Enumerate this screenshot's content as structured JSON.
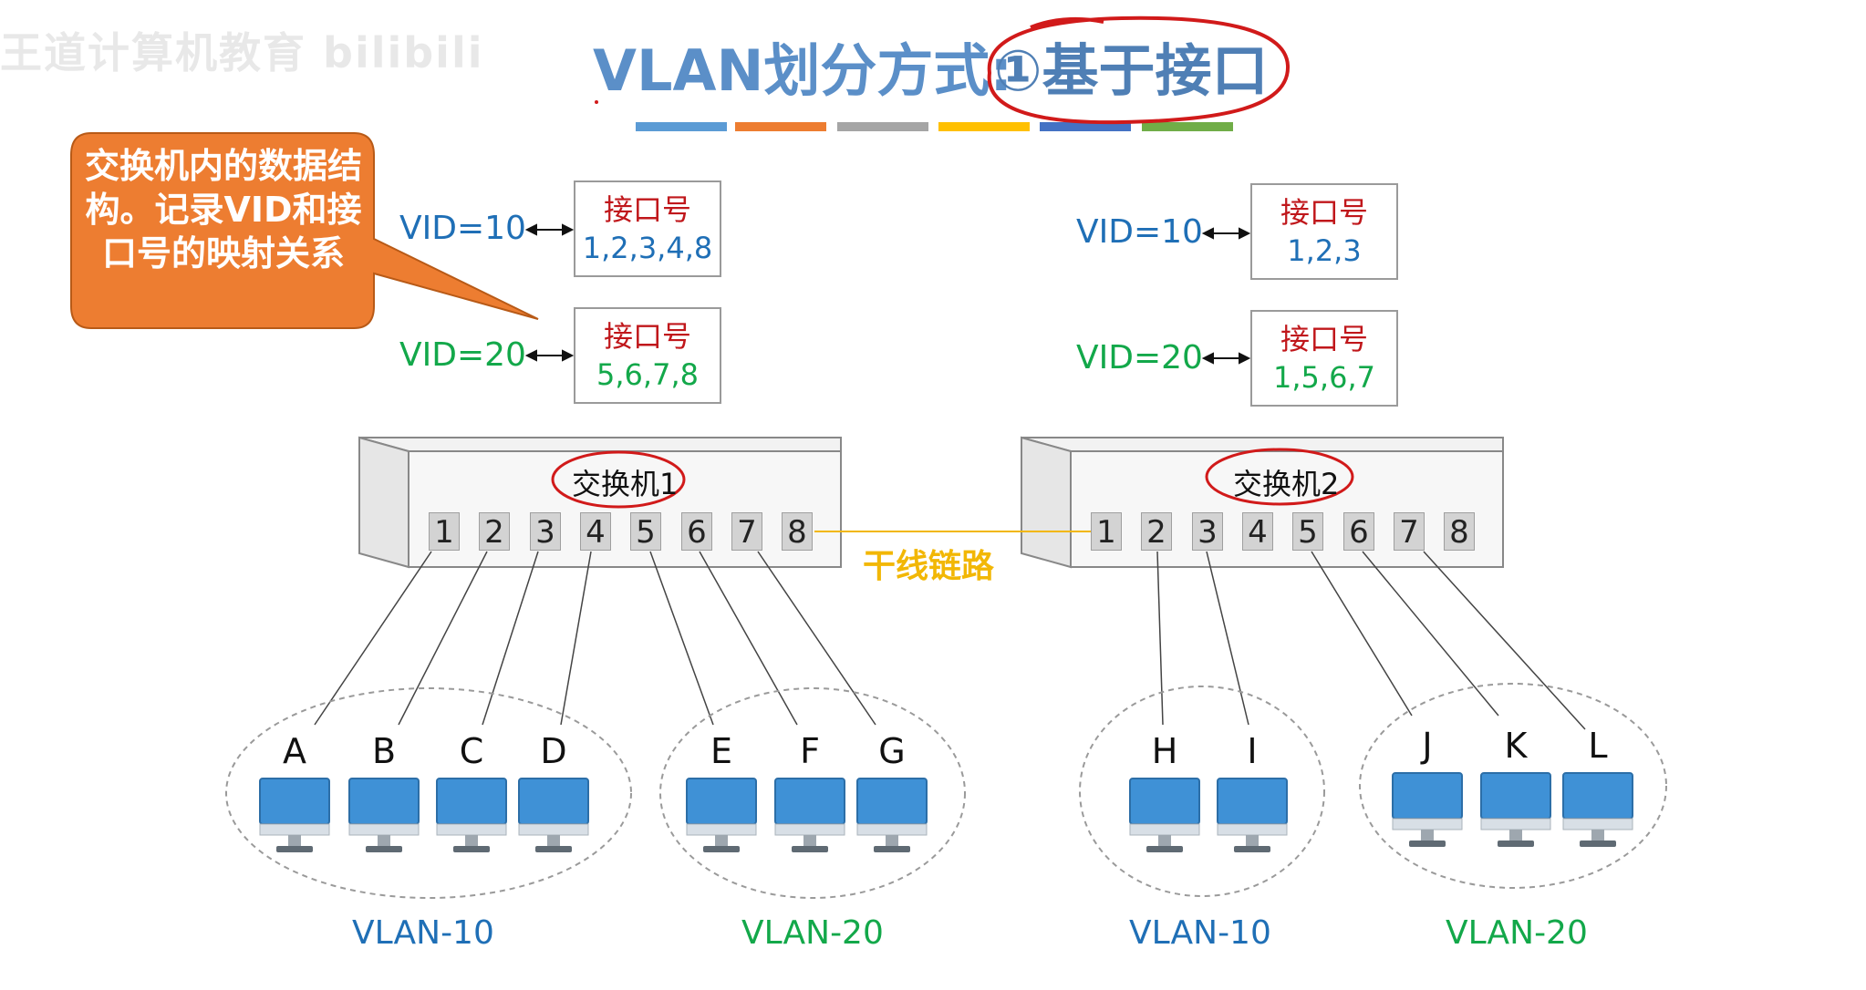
{
  "watermark": "王道计算机教育 bilibili",
  "title": {
    "main": "VLAN划分方式:",
    "sub": "①基于接口"
  },
  "color_bar": [
    "#5b9bd5",
    "#ed7d31",
    "#a5a5a5",
    "#ffc000",
    "#4472c4",
    "#70ad47"
  ],
  "callout": {
    "text": "交换机内的数据结构。记录VID和接口号的映射关系",
    "color": "#ed7d31"
  },
  "switch1": {
    "name": "交换机1",
    "ports": [
      "1",
      "2",
      "3",
      "4",
      "5",
      "6",
      "7",
      "8"
    ],
    "tables": [
      {
        "vid": "VID=10",
        "header": "接口号",
        "ports": "1,2,3,4,8",
        "color": "blue"
      },
      {
        "vid": "VID=20",
        "header": "接口号",
        "ports": "5,6,7,8",
        "color": "green"
      }
    ]
  },
  "switch2": {
    "name": "交换机2",
    "ports": [
      "1",
      "2",
      "3",
      "4",
      "5",
      "6",
      "7",
      "8"
    ],
    "tables": [
      {
        "vid": "VID=10",
        "header": "接口号",
        "ports": "1,2,3",
        "color": "blue"
      },
      {
        "vid": "VID=20",
        "header": "接口号",
        "ports": "1,5,6,7",
        "color": "green"
      }
    ]
  },
  "trunk_label": "干线链路",
  "hosts": {
    "group1": [
      "A",
      "B",
      "C",
      "D"
    ],
    "group2": [
      "E",
      "F",
      "G"
    ],
    "group3": [
      "H",
      "I"
    ],
    "group4": [
      "J",
      "K",
      "L"
    ]
  },
  "vlan_labels": [
    "VLAN-10",
    "VLAN-20",
    "VLAN-10",
    "VLAN-20"
  ],
  "colors": {
    "vlan10": "#1f6fb6",
    "vlan20": "#13a84a",
    "trunk": "#f2b705",
    "annotation_red": "#c0171b"
  }
}
